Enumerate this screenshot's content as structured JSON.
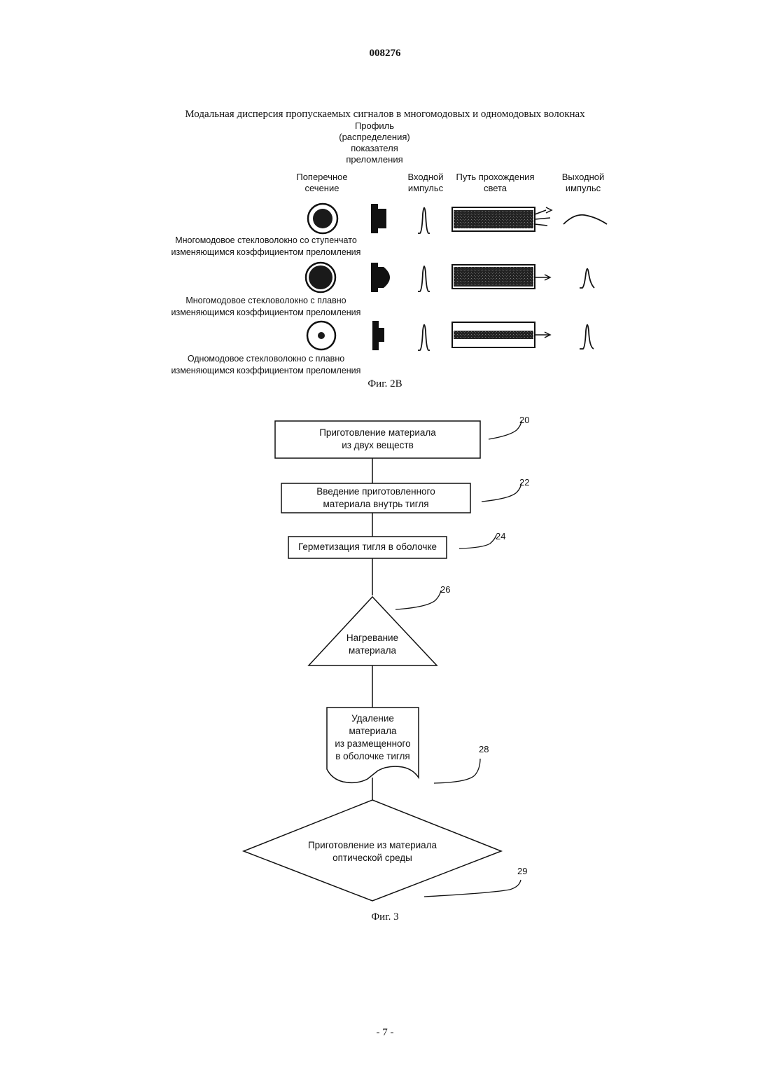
{
  "document_number": "008276",
  "fig2b": {
    "title": "Модальная дисперсия пропускаемых сигналов в многомодовых и одномодовых волокнах",
    "headers": {
      "index_profile": [
        "Профиль",
        "(распределения)",
        "показателя",
        "преломления"
      ],
      "cross_section": [
        "Поперечное",
        "сечение"
      ],
      "input_pulse": [
        "Входной",
        "импульс"
      ],
      "light_path": [
        "Путь прохождения",
        "света"
      ],
      "output_pulse": [
        "Выходной",
        "импульс"
      ]
    },
    "rows": [
      {
        "label": [
          "Многомодовое стекловолокно со ступенчато",
          "изменяющимся коэффициентом преломления"
        ]
      },
      {
        "label": [
          "Многомодовое стекловолокно с плавно",
          "изменяющимся коэффициентом преломления"
        ]
      },
      {
        "label": [
          "Одномодовое стекловолокно с плавно",
          "изменяющимся коэффициентом преломления"
        ]
      }
    ],
    "caption": "Фиг. 2В"
  },
  "fig3": {
    "steps": [
      {
        "ref": "20",
        "lines": [
          "Приготовление материала",
          "из двух веществ"
        ]
      },
      {
        "ref": "22",
        "lines": [
          "Введение приготовленного",
          "материала внутрь тигля"
        ]
      },
      {
        "ref": "24",
        "lines": [
          "Герметизация тигля в оболочке"
        ]
      },
      {
        "ref": "26",
        "lines": [
          "Нагревание",
          "материала"
        ]
      },
      {
        "ref": "28",
        "lines": [
          "Удаление",
          "материала",
          "из размещенного",
          "в оболочке тигля"
        ]
      },
      {
        "ref": "29",
        "lines": [
          "Приготовление из материала",
          "оптической среды"
        ]
      }
    ],
    "caption": "Фиг. 3"
  },
  "page_number": "- 7 -"
}
